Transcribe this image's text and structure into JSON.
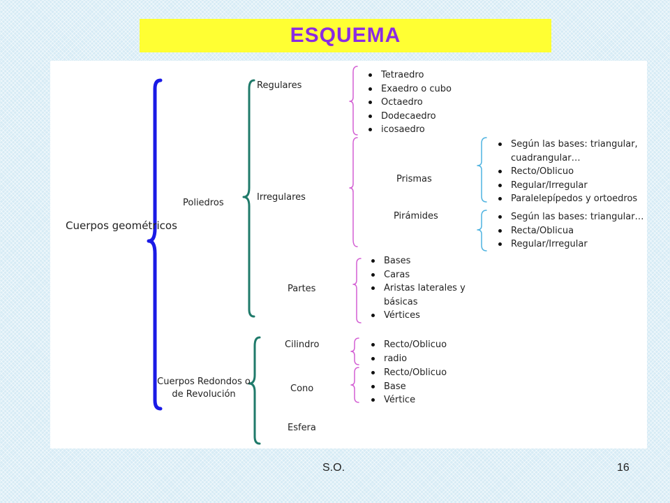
{
  "title": "ESQUEMA",
  "diagram": {
    "root": "Cuerpos geométricos",
    "poliedros": {
      "label": "Poliedros",
      "regulares": {
        "label": "Regulares",
        "items": [
          "Tetraedro",
          "Exaedro o cubo",
          "Octaedro",
          "Dodecaedro",
          "icosaedro"
        ]
      },
      "irregulares": {
        "label": "Irregulares",
        "prismas": {
          "label": "Prismas",
          "items": [
            "Según las bases: triangular, cuadrangular…",
            "Recto/Oblicuo",
            "Regular/Irregular",
            "Paralelepípedos y ortoedros"
          ]
        },
        "piramides": {
          "label": "Pirámides",
          "items": [
            "Según las bases: triangular…",
            "Recta/Oblicua",
            "Regular/Irregular"
          ]
        }
      },
      "partes": {
        "label": "Partes",
        "items": [
          "Bases",
          "Caras",
          "Aristas laterales y básicas",
          "Vértices"
        ]
      }
    },
    "redondos": {
      "label": "Cuerpos Redondos o de Revolución",
      "cilindro": {
        "label": "Cilindro",
        "items": [
          "Recto/Oblicuo",
          "radio"
        ]
      },
      "cono": {
        "label": "Cono",
        "items": [
          "Recto/Oblicuo",
          "Base",
          "Vértice"
        ]
      },
      "esfera": {
        "label": "Esfera"
      }
    }
  },
  "footer": {
    "author": "S.O.",
    "page": "16"
  },
  "colors": {
    "title_bg": "#ffff33",
    "title_text": "#8a2be2",
    "brace_root": "#1a1ae6",
    "brace_level2": "#1f7a6a",
    "brace_level3": "#d35fd3",
    "brace_level4": "#4fb3e0"
  }
}
